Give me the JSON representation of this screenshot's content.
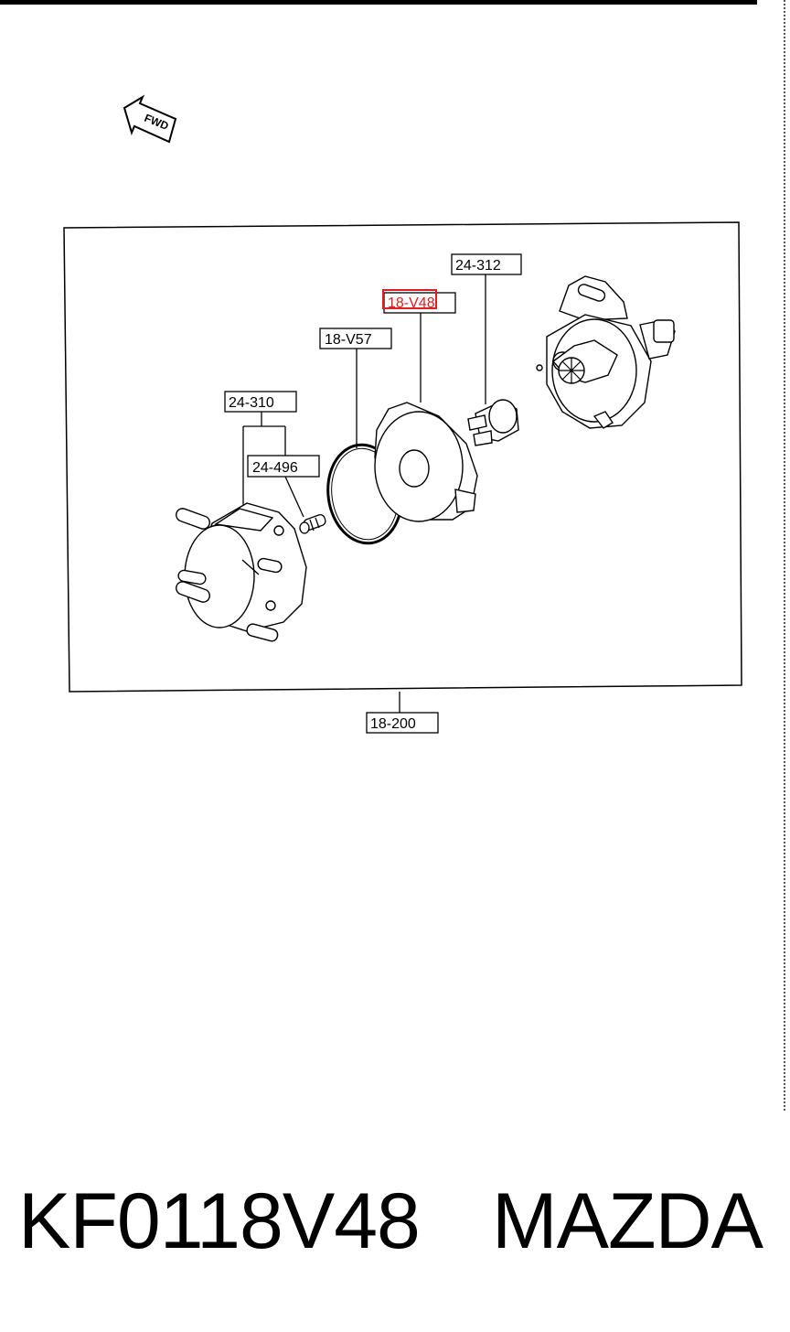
{
  "direction_marker": {
    "text": "FWD"
  },
  "callouts": [
    {
      "id": "24-312",
      "text": "24-312"
    },
    {
      "id": "18-V48",
      "text": "18-V48",
      "highlighted": true
    },
    {
      "id": "18-V57",
      "text": "18-V57"
    },
    {
      "id": "24-310",
      "text": "24-310"
    },
    {
      "id": "24-496",
      "text": "24-496"
    },
    {
      "id": "18-200",
      "text": "18-200"
    }
  ],
  "footer": {
    "part_number": "KF0118V48",
    "brand": "MAZDA"
  },
  "colors": {
    "highlight": "#e02020",
    "ink": "#000000",
    "background": "#ffffff"
  }
}
